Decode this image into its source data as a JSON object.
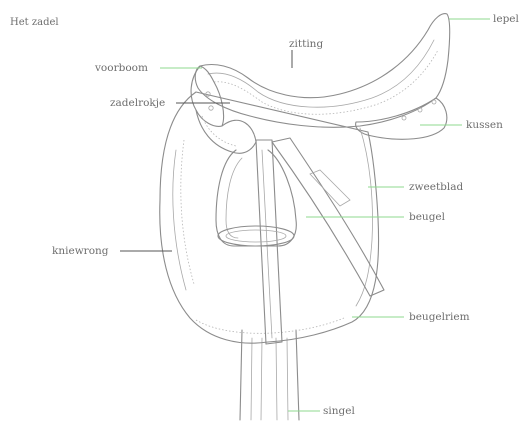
{
  "title": "Het zadel",
  "accent_color": "#8fd88f",
  "labels": {
    "lepel": "lepel",
    "zitting": "zitting",
    "voorboom": "voorboom",
    "zadelrokje": "zadelrokje",
    "kussen": "kussen",
    "zweetblad": "zweetblad",
    "beugel": "beugel",
    "kniewrong": "kniewrong",
    "beugelriem": "beugelriem",
    "singel": "singel"
  }
}
